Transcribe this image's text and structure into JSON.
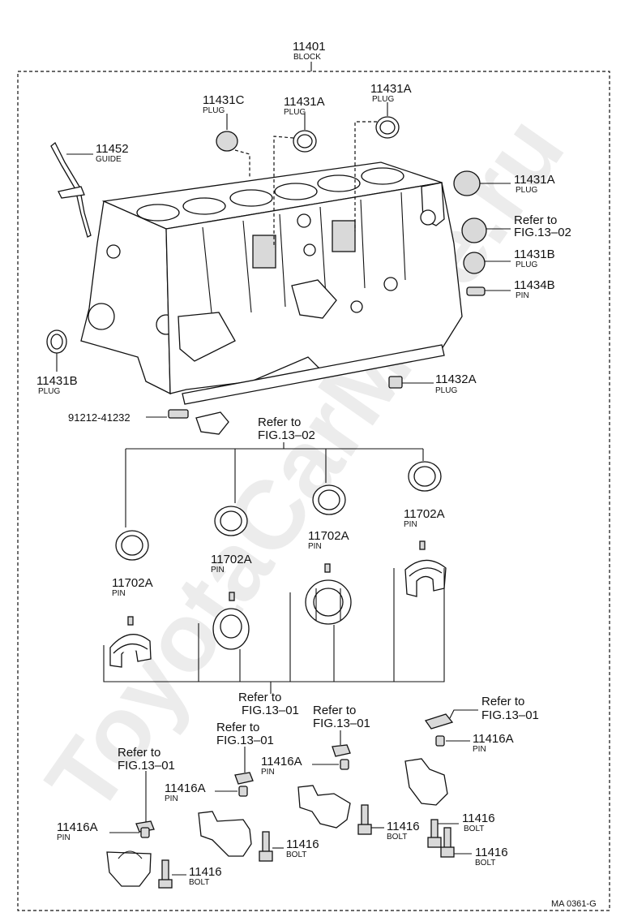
{
  "diagram_code": "MA 0361-G",
  "watermark": "ToyotaCarMine.ru",
  "labels": {
    "block": {
      "num": "11401",
      "desc": "BLOCK"
    },
    "guide": {
      "num": "11452",
      "desc": "GUIDE"
    },
    "plug_c": {
      "num": "11431C",
      "desc": "PLUG"
    },
    "plug_a1": {
      "num": "11431A",
      "desc": "PLUG"
    },
    "plug_a2": {
      "num": "11431A",
      "desc": "PLUG"
    },
    "plug_a3": {
      "num": "11431A",
      "desc": "PLUG"
    },
    "ref_1302_right_1": "Refer to",
    "ref_1302_right_2": "FIG.13–02",
    "plug_b_right": {
      "num": "11431B",
      "desc": "PLUG"
    },
    "pin_11434b": {
      "num": "11434B",
      "desc": "PIN"
    },
    "plug_b_left": {
      "num": "11431B",
      "desc": "PLUG"
    },
    "plug_11432a": {
      "num": "11432A",
      "desc": "PLUG"
    },
    "bolt_91212": "91212-41232",
    "ref_1302_mid_1": "Refer to",
    "ref_1302_mid_2": "FIG.13–02",
    "pin_702a_1": {
      "num": "11702A",
      "desc": "PIN"
    },
    "pin_702a_2": {
      "num": "11702A",
      "desc": "PIN"
    },
    "pin_702a_3": {
      "num": "11702A",
      "desc": "PIN"
    },
    "pin_702a_4": {
      "num": "11702A",
      "desc": "PIN"
    },
    "ref_1301_a_1": "Refer to",
    "ref_1301_a_2": "FIG.13–01",
    "ref_1301_b_1": "Refer to",
    "ref_1301_b_2": "FIG.13–01",
    "ref_1301_c_1": "Refer to",
    "ref_1301_c_2": "FIG.13–01",
    "ref_1301_d_1": "Refer to",
    "ref_1301_d_2": "FIG.13–01",
    "ref_1301_e_1": "Refer to",
    "ref_1301_e_2": "FIG.13–01",
    "pin_416a_1": {
      "num": "11416A",
      "desc": "PIN"
    },
    "pin_416a_2": {
      "num": "11416A",
      "desc": "PIN"
    },
    "pin_416a_3": {
      "num": "11416A",
      "desc": "PIN"
    },
    "pin_416a_4": {
      "num": "11416A",
      "desc": "PIN"
    },
    "bolt_416_1": {
      "num": "11416",
      "desc": "BOLT"
    },
    "bolt_416_2": {
      "num": "11416",
      "desc": "BOLT"
    },
    "bolt_416_3": {
      "num": "11416",
      "desc": "BOLT"
    },
    "bolt_416_4": {
      "num": "11416",
      "desc": "BOLT"
    },
    "bolt_416_5": {
      "num": "11416",
      "desc": "BOLT"
    }
  }
}
